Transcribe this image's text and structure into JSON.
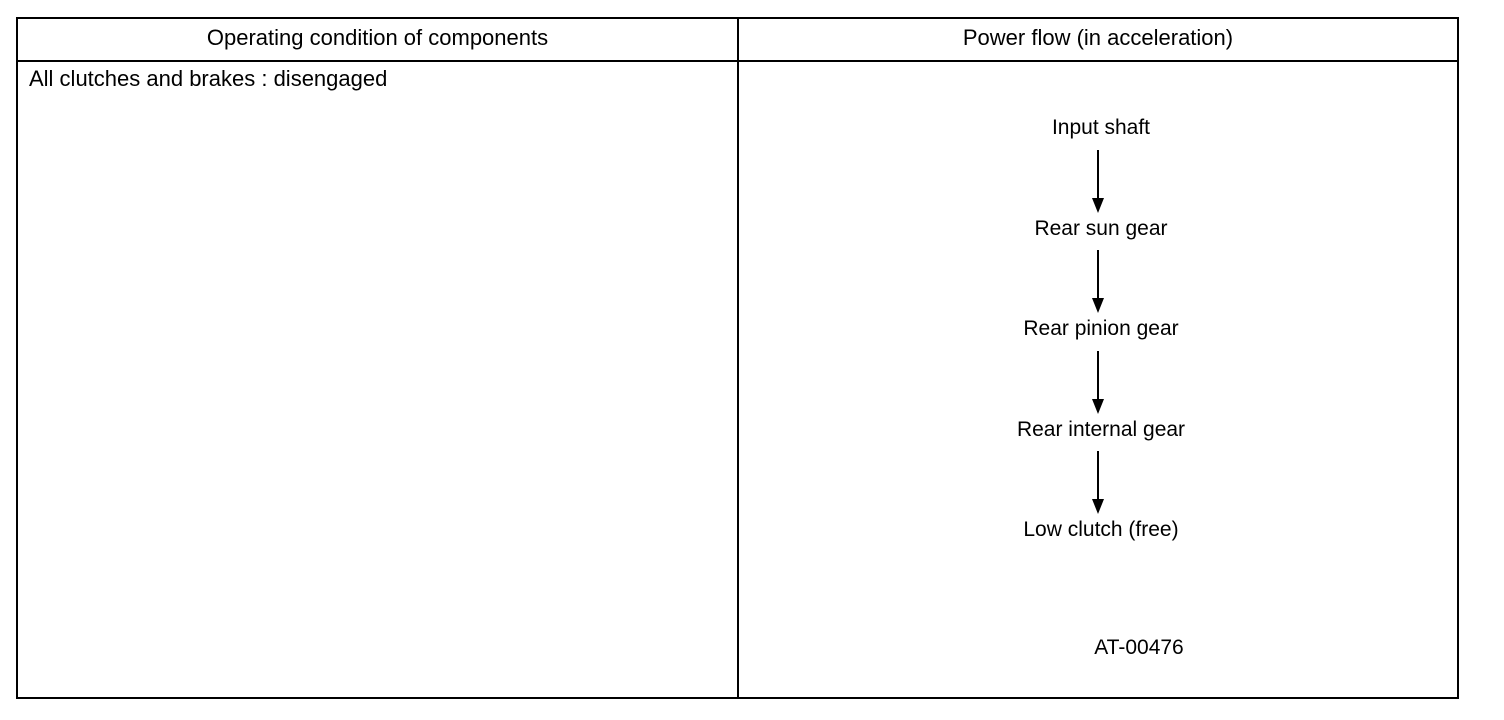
{
  "table": {
    "headers": {
      "condition": "Operating condition of components",
      "power_flow": "Power flow (in acceleration)"
    },
    "condition_text": "All clutches and brakes : disengaged",
    "power_flow_steps": [
      "Input shaft",
      "Rear sun gear",
      "Rear pinion gear",
      "Rear internal gear",
      "Low clutch (free)"
    ],
    "figure_code": "AT-00476"
  }
}
